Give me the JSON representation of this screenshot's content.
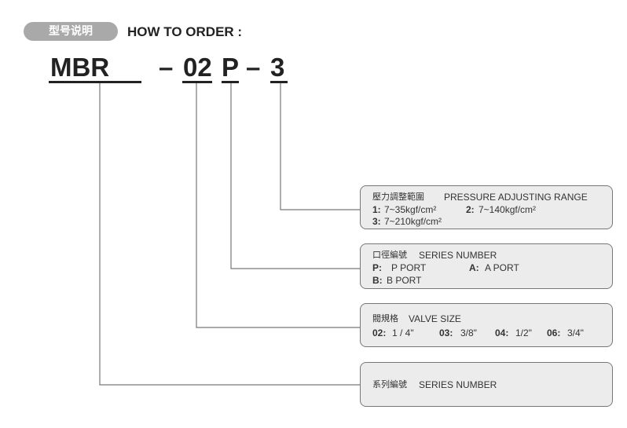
{
  "header": {
    "badge_label": "型号说明",
    "title": "HOW TO ORDER :"
  },
  "model_code": {
    "series": "MBR",
    "dash1": "–",
    "size": "02",
    "port": "P",
    "dash2": "–",
    "pressure": "3"
  },
  "boxes": {
    "pressure": {
      "title_cn": "壓力調整範圍",
      "title_en": "PRESSURE ADJUSTING RANGE",
      "options": [
        {
          "code": "1:",
          "value": "7~35kgf/cm²"
        },
        {
          "code": "2:",
          "value": "7~140kgf/cm²"
        },
        {
          "code": "3:",
          "value": "7~210kgf/cm²"
        }
      ]
    },
    "port": {
      "title_cn": "口徑編號",
      "title_en": "SERIES NUMBER",
      "options": [
        {
          "code": "P:",
          "value": "P PORT"
        },
        {
          "code": "A:",
          "value": "A PORT"
        },
        {
          "code": "B:",
          "value": "B PORT"
        }
      ]
    },
    "size": {
      "title_cn": "閥規格",
      "title_en": "VALVE SIZE",
      "options": [
        {
          "code": "02:",
          "value": "1 / 4\""
        },
        {
          "code": "03:",
          "value": "3/8\""
        },
        {
          "code": "04:",
          "value": "1/2\""
        },
        {
          "code": "06:",
          "value": "3/4\""
        }
      ]
    },
    "series": {
      "title_cn": "系列編號",
      "title_en": "SERIES NUMBER"
    }
  },
  "colors": {
    "line": "#777777",
    "box_fill": "#ececec",
    "badge": "#a9a9a9",
    "text": "#222222"
  }
}
